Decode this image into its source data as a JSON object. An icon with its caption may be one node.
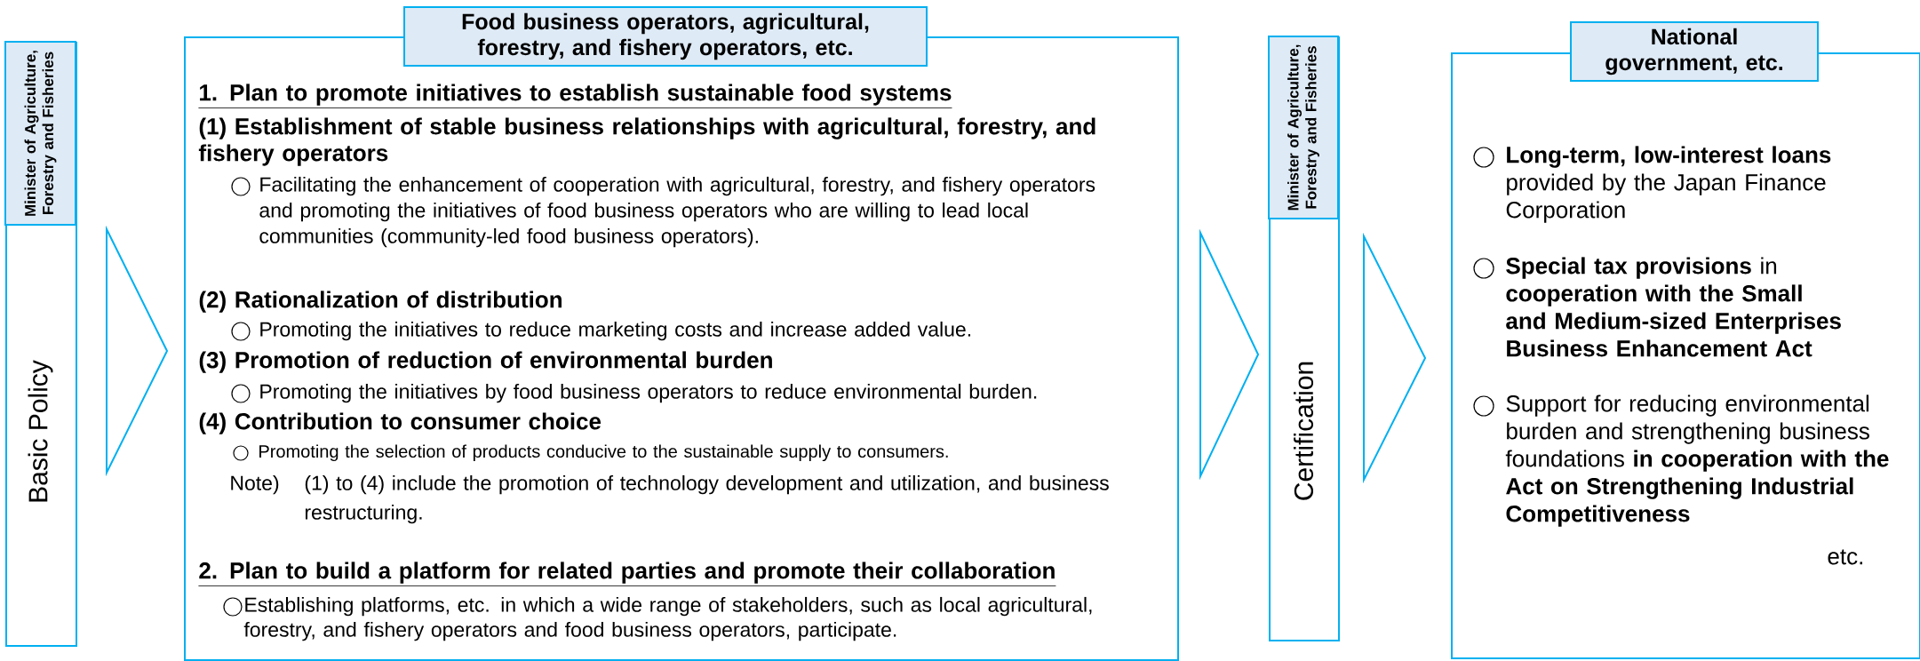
{
  "diagram": {
    "nodes": [
      {
        "text": [
          "Minister of Agriculture, Forestry and Fisheries",
          "Basic Policy"
        ]
      },
      {
        "text": [
          "Food business operators, agricultural, forestry, and fishery operators, etc.",
          "1. Plan to promote initiatives to establish sustainable food systems",
          "(1) Establishment of stable business relationships with agricultural, forestry, and fishery operators",
          "Facilitating the enhancement of cooperation with agricultural, forestry, and fishery operators and promoting the initiatives of food business operators who are willing to lead local communities (community-led food business operators).",
          "(2) Rationalization of distribution",
          "Promoting the initiatives to reduce marketing costs and increase added value.",
          "(3) Promotion of reduction of environmental burden",
          "Promoting the initiatives by food business operators to reduce environmental burden.",
          "(4) Contribution to consumer choice",
          "Promoting the selection of products conducive to the sustainable supply to consumers.",
          "Note)",
          "(1) to (4) include the promotion of technology development and utilization, and business restructuring.",
          "2. Plan to build a platform for related parties and promote their collaboration",
          "Establishing platforms, etc. in which a wide range of stakeholders, such as local agricultural, forestry, and fishery operators and food business operators, participate."
        ]
      },
      {
        "text": [
          "Minister of Agriculture, Forestry and Fisheries",
          "Certification"
        ]
      },
      {
        "text": [
          "National government, etc.",
          "**Long-term, low-interest loans** provided by the Japan Finance Corporation",
          "**Special tax provisions** in **cooperation with the Small and Medium-sized Enterprises Business Enhancement Act**",
          "Support for reducing environmental burden and strengthening business foundations **in cooperation with the Act on Strengthening Industrial Competitiveness**",
          "etc."
        ]
      }
    ],
    "edges": [
      {
        "from": 0,
        "to": 1,
        "arrow": "to"
      },
      {
        "from": 1,
        "to": 2,
        "arrow": "to"
      },
      {
        "from": 2,
        "to": 3,
        "arrow": "to"
      }
    ]
  }
}
